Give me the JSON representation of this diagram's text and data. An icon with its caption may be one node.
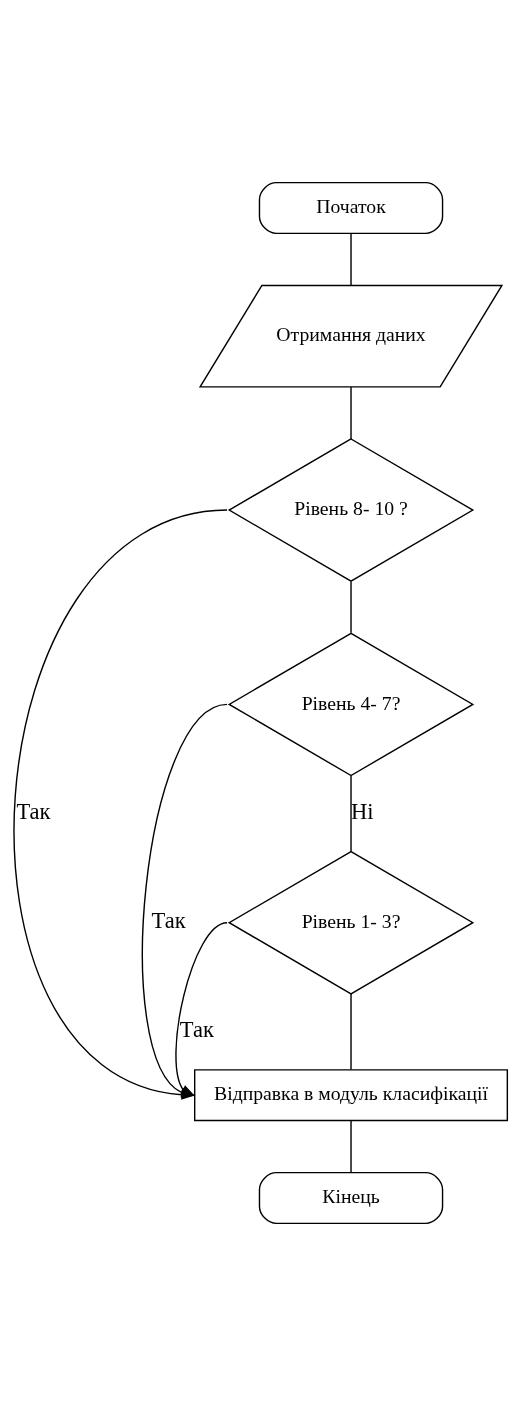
{
  "diagram": {
    "nodes": [
      {
        "text": [
          "Початок"
        ]
      },
      {
        "text": [
          "Отримання даних"
        ]
      },
      {
        "text": [
          "Рівень 8- 10 ?"
        ]
      },
      {
        "text": [
          "Рівень 4- 7?"
        ]
      },
      {
        "text": [
          "Рівень 1- 3?"
        ]
      },
      {
        "text": [
          "Відправка в модуль класифікації"
        ]
      },
      {
        "text": [
          "Кінець"
        ]
      }
    ],
    "edges": [
      {
        "from": 0,
        "to": 1,
        "arrow": "none"
      },
      {
        "from": 1,
        "to": 2,
        "arrow": "none"
      },
      {
        "from": 2,
        "to": 3,
        "arrow": "none"
      },
      {
        "from": 3,
        "to": 4,
        "label": "Ні",
        "arrow": "none"
      },
      {
        "from": 4,
        "to": 5,
        "arrow": "none"
      },
      {
        "from": 5,
        "to": 6,
        "arrow": "none"
      },
      {
        "from": 2,
        "to": 5,
        "label": "Так",
        "arrow": "to"
      },
      {
        "from": 3,
        "to": 5,
        "label": "Так",
        "arrow": "to"
      },
      {
        "from": 4,
        "to": 5,
        "label": "Так",
        "arrow": "to"
      }
    ]
  }
}
